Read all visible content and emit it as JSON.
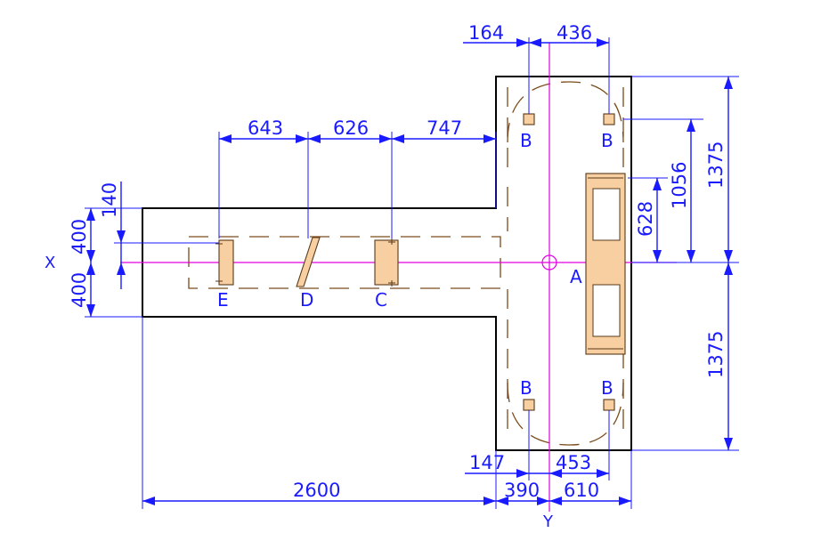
{
  "dimensions": {
    "top_left": "164",
    "top_right": "436",
    "seg1": "643",
    "seg2": "626",
    "seg3": "747",
    "vert_140": "140",
    "vert_400_top": "400",
    "vert_400_bottom": "400",
    "right_1375_top": "1375",
    "right_1056": "1056",
    "right_628": "628",
    "right_1375_bottom": "1375",
    "bottom_147": "147",
    "bottom_453": "453",
    "bottom_2600": "2600",
    "bottom_390": "390",
    "bottom_610": "610"
  },
  "labels": {
    "A": "A",
    "B": "B",
    "C": "C",
    "D": "D",
    "E": "E",
    "axis_x": "X",
    "axis_y": "Y"
  },
  "colors": {
    "dimension": "#1a1aff",
    "outline": "#000000",
    "centerline": "#e000e0",
    "part_fill": "#f7cfa0",
    "hidden_line": "#7a4a1a"
  }
}
